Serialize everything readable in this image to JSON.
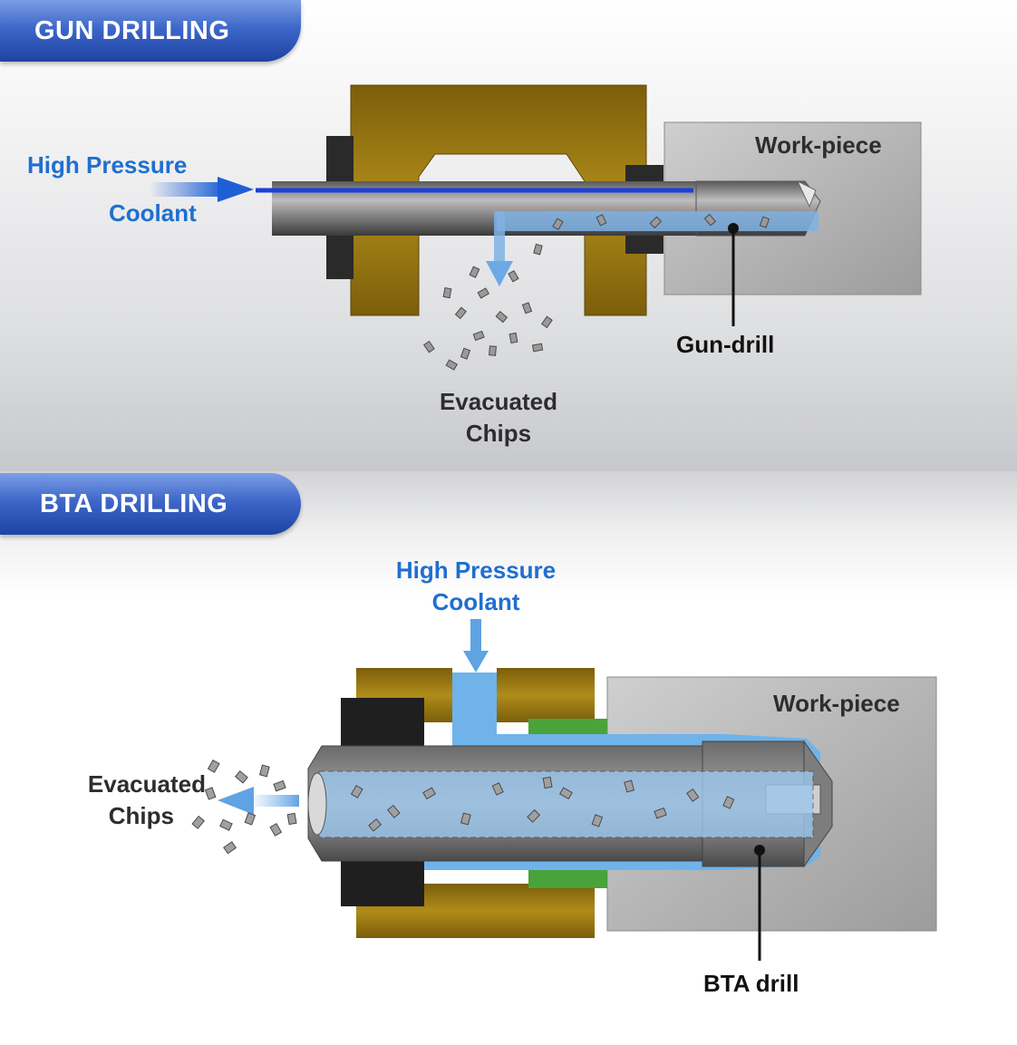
{
  "gun_drilling": {
    "title": "GUN DRILLING",
    "coolant_line1": "High Pressure",
    "coolant_line2": "Coolant",
    "workpiece": "Work-piece",
    "tool": "Gun-drill",
    "chips_line1": "Evacuated",
    "chips_line2": "Chips"
  },
  "bta_drilling": {
    "title": "BTA DRILLING",
    "coolant_line1": "High Pressure",
    "coolant_line2": "Coolant",
    "workpiece": "Work-piece",
    "tool": "BTA drill",
    "chips_line1": "Evacuated",
    "chips_line2": "Chips"
  },
  "colors": {
    "banner": "#2c55b8",
    "coolant_text": "#1f6fd0",
    "fixture_gold": "#a88412",
    "coolant_light": "#6fb3ea",
    "seal_green": "#4aa33a",
    "workpiece_gray": "#b4b4b4"
  }
}
